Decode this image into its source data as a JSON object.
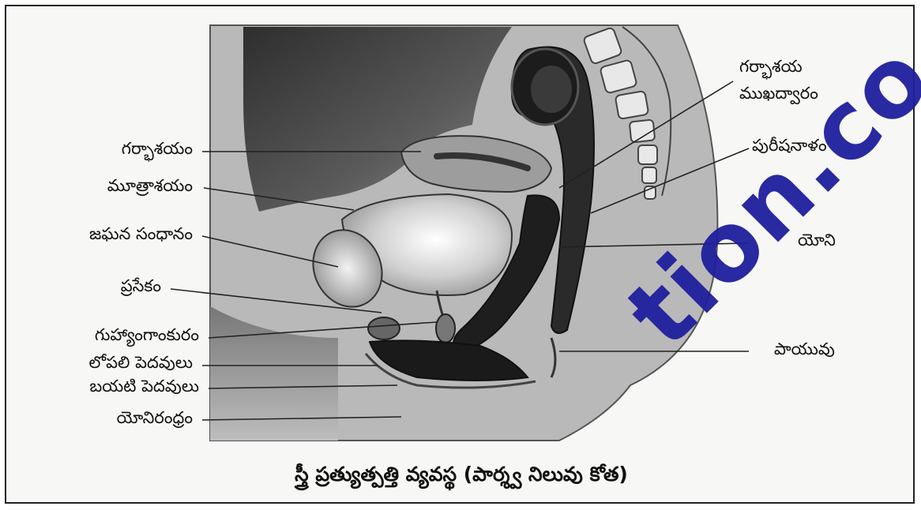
{
  "labels": {
    "garbhashayam": "గర్భాశయం",
    "mutrashayam": "మూత్రాశయం",
    "jaghana_sandhanam": "జఘన సంధానం",
    "prasekam": "ప్రసేకం",
    "guhyangankuram": "గుహ్యాంగాంకురం",
    "lopali_pedavulu": "లోపలి పెదవులు",
    "bayati_pedavulu": "బయటి పెదవులు",
    "yonirandhram": "యోనిరంధ్రం",
    "garbhashaya_line1": "గర్భాశయ",
    "garbhashaya_line2": "ముఖద్వారం",
    "purishanalam": "పురీషనాళం",
    "yoni": "యోని",
    "payuvu": "పాయువు"
  },
  "caption": "స్త్రీ ప్రత్యుత్పత్తి వ్యవస్థ (పార్శ్వ నిలువు కోత)",
  "watermark": "tion.co",
  "colors": {
    "watermark": "#1f1f9e",
    "ink": "#111111"
  }
}
